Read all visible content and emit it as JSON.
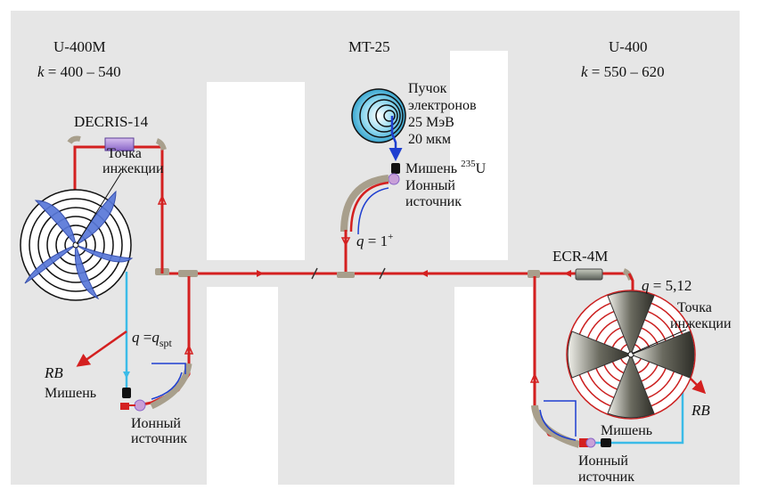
{
  "colors": {
    "background_panel": "#e6e6e6",
    "beamline": "#d42020",
    "electron_beam": "#1f3fd0",
    "target_line": "#3bbbe8",
    "magnet": "#a89f8c",
    "target_block": "#111111",
    "ion_source": "#c8a0d8",
    "cyclotron_blade_blue": "#5878d8",
    "cyclotron_blade_dark": "#6b6b60",
    "ecr_red": "#cc2020"
  },
  "labels": {
    "u400m_name": "U-400M",
    "u400m_k_symbol": "k",
    "u400m_k_range": " = 400 – 540",
    "mt25_name": "MT-25",
    "u400_name": "U-400",
    "u400_k_symbol": "k",
    "u400_k_range": " = 550 – 620",
    "decris": "DECRIS-14",
    "electron_beam_line1": "Пучок",
    "electron_beam_line2": "электронов",
    "electron_beam_line3": "25 МэВ",
    "electron_beam_line4": "20 мкм",
    "target_235u_prefix": "Мишень",
    "target_235u_sup": "235",
    "target_235u_suffix": "U",
    "ion_source_line1": "Ионный",
    "ion_source_line2": "источник",
    "injection_point_line1": "Точка",
    "injection_point_line2": "инжекции",
    "q_center_symbol": "q",
    "q_center_value": " = 1",
    "q_center_sup": "+",
    "ecr4m": "ECR-4M",
    "q_right_symbol": "q",
    "q_right_value": " = 5,12",
    "q_left_symbol": "q",
    "q_left_eq": " =",
    "q_left_sub_symbol": "q",
    "q_left_sub": "spt",
    "rb_left": "RB",
    "rb_right": "RB",
    "target_left": "Мишень",
    "target_right": "Мишень",
    "ion_source_left_line1": "Ионный",
    "ion_source_left_line2": "источник",
    "ion_source_right_line1": "Ионный",
    "ion_source_right_line2": "источник",
    "injection_right_line1": "Точка",
    "injection_right_line2": "инжекции"
  }
}
